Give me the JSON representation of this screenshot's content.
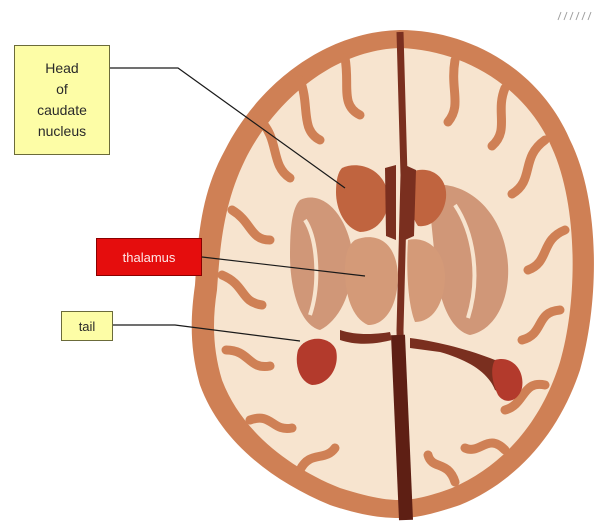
{
  "labels": {
    "head_of_caudate": "Head\nof\ncaudate\nnucleus",
    "thalamus": "thalamus",
    "tail": "tail"
  },
  "colors": {
    "label_yellow": "#fdfda6",
    "label_red": "#e50d0d",
    "cortex_tissue": "#c97a4e",
    "white_matter": "#f7e4cf"
  }
}
